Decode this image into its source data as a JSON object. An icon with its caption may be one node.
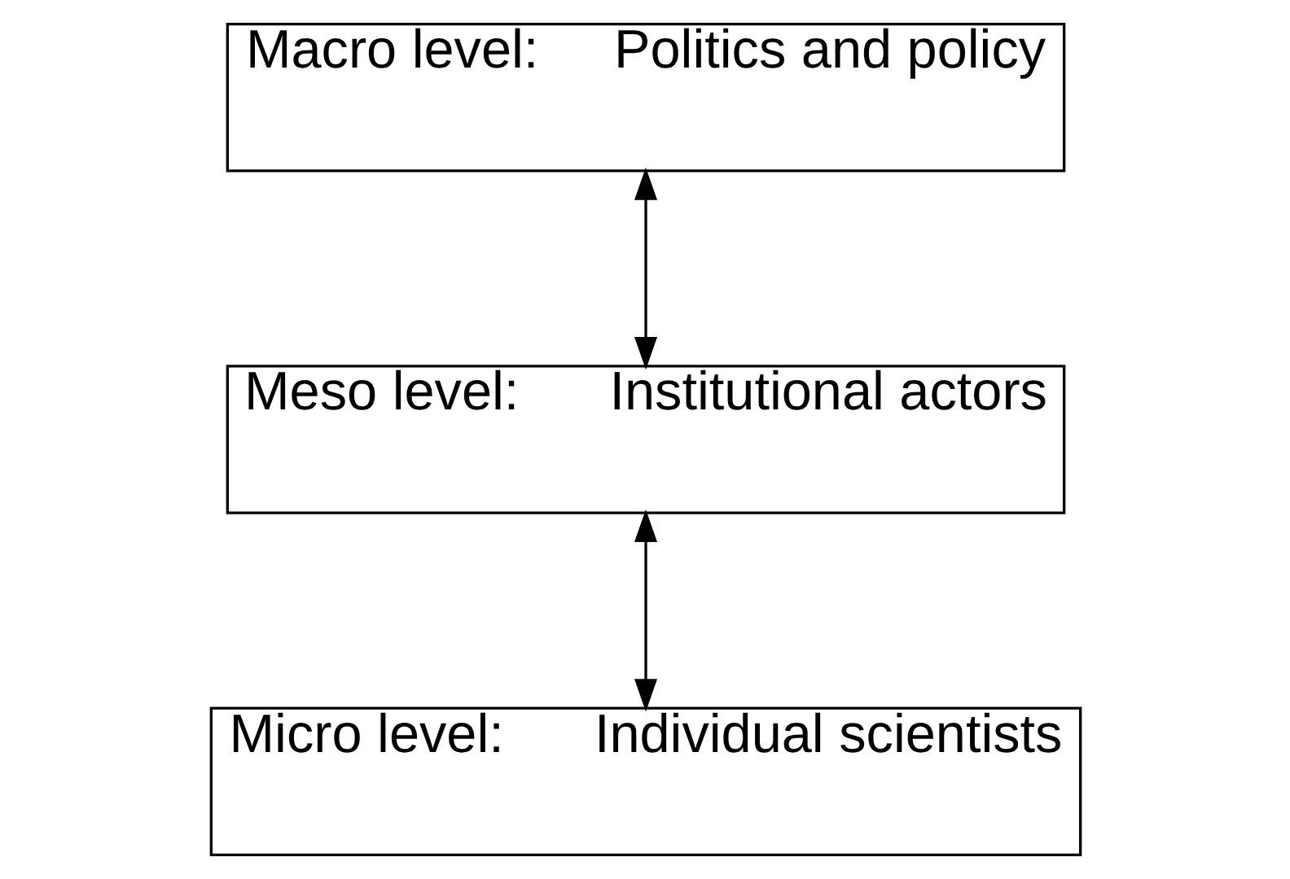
{
  "diagram": {
    "nodes": [
      {
        "text": [
          "Macro level:     Politics and policy"
        ]
      },
      {
        "text": [
          "Meso level:      Institutional actors"
        ]
      },
      {
        "text": [
          "Micro level:      Individual scientists"
        ]
      }
    ],
    "edges": [
      {
        "from": 0,
        "to": 1,
        "arrow": "both"
      },
      {
        "from": 1,
        "to": 2,
        "arrow": "both"
      }
    ]
  }
}
